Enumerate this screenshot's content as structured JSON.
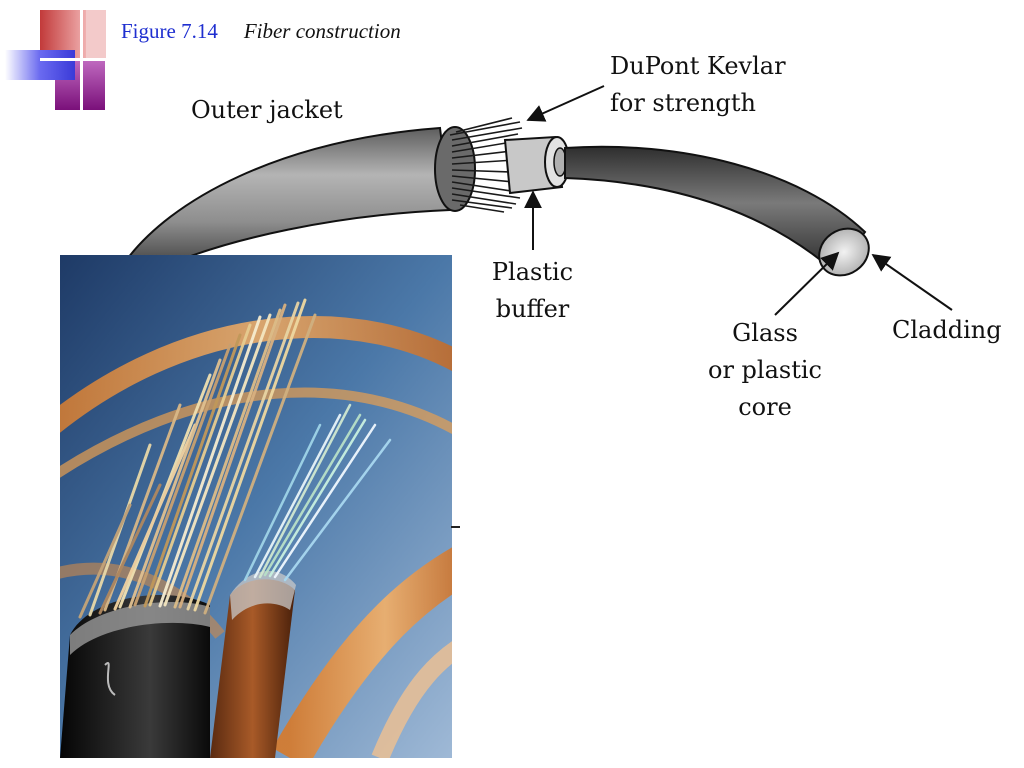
{
  "figure": {
    "number": "Figure 7.14",
    "title": "Fiber construction"
  },
  "labels": {
    "outer_jacket": "Outer jacket",
    "kevlar_line1": "DuPont Kevlar",
    "kevlar_line2": "for strength",
    "buffer_line1": "Plastic",
    "buffer_line2": "buffer",
    "core_line1": "Glass",
    "core_line2": "or plastic",
    "core_line3": "core",
    "cladding": "Cladding"
  },
  "colors": {
    "caption_number": "#1f2fd0",
    "deco_red": "#c0392b",
    "deco_purple": "#8b1a8b",
    "deco_blue": "#4a4ae0",
    "jacket_gray": "#8c8c8c",
    "fiber_dark": "#4e4e4e",
    "photo_background": "#2f4f7f"
  }
}
